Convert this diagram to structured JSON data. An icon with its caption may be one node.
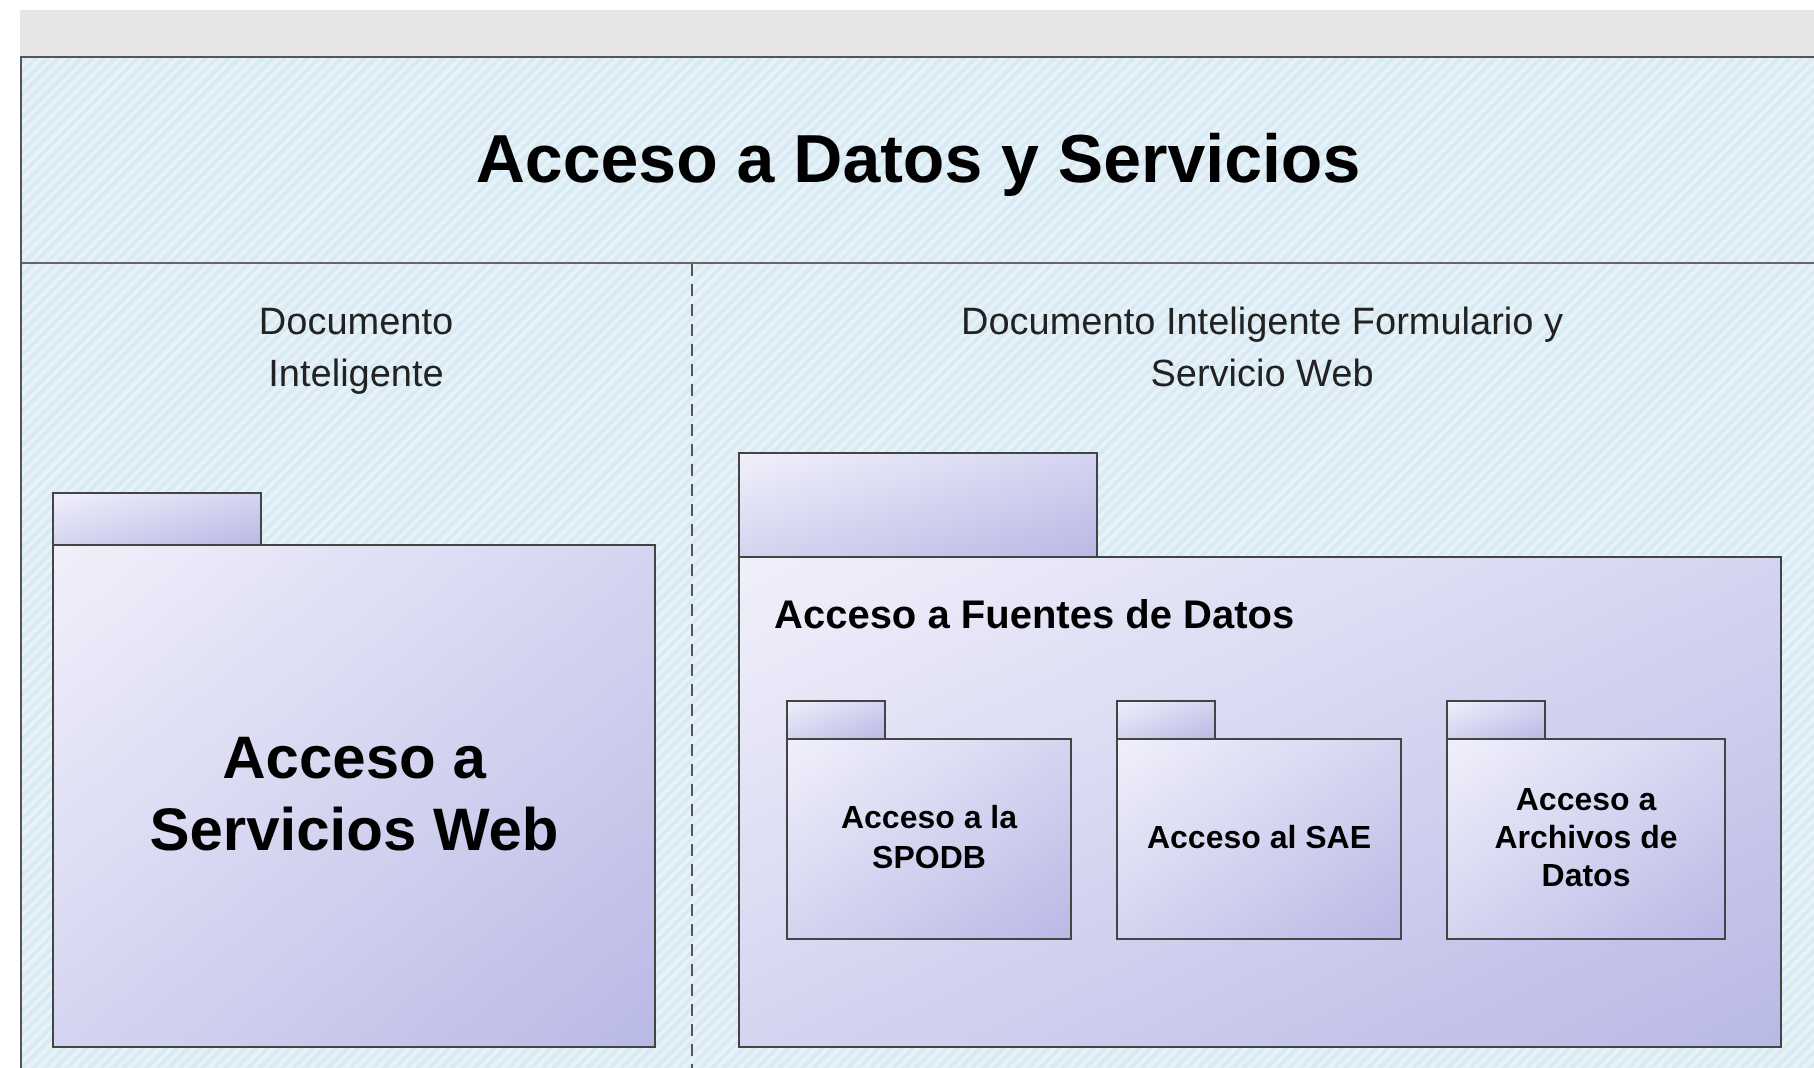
{
  "diagram": {
    "nodes": [
      {
        "text": [
          "Acceso a Datos y Servicios"
        ]
      },
      {
        "text": [
          "Acceso a Servicios Web"
        ],
        "in": 0,
        "beside": [
          "Documento Inteligente"
        ]
      },
      {
        "text": [
          "Acceso a Fuentes de Datos"
        ],
        "in": 0,
        "beside": [
          "Documento Inteligente Formulario y Servicio Web"
        ]
      },
      {
        "text": [
          "Acceso a la SPODB"
        ],
        "in": 2
      },
      {
        "text": [
          "Acceso al SAE"
        ],
        "in": 2
      },
      {
        "text": [
          "Acceso a Archivos de Datos"
        ],
        "in": 2
      }
    ]
  }
}
